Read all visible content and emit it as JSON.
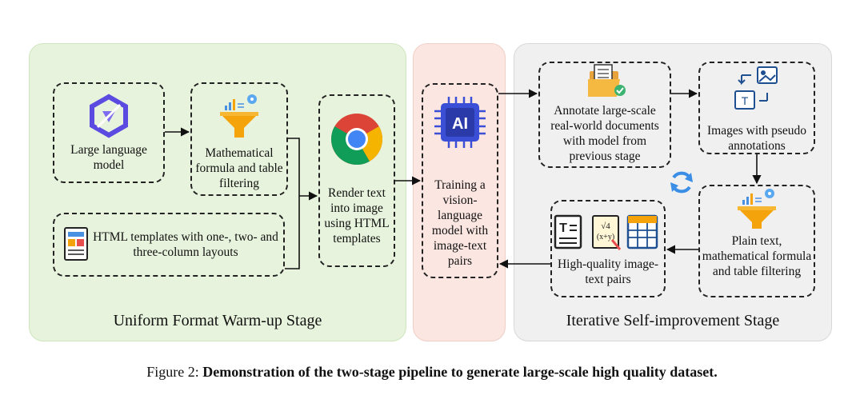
{
  "stages": {
    "warmup_title": "Uniform Format Warm-up Stage",
    "iterative_title": "Iterative Self-improvement Stage"
  },
  "nodes": {
    "llm": "Large language model",
    "math_filter": "Mathematical formula and table filtering",
    "html_templates": "HTML templates with one-, two- and three-column layouts",
    "render": "Render text into image using HTML templates",
    "train": "Training a vision-language model with image-text pairs",
    "annotate": "Annotate large-scale real-world documents with model from previous stage",
    "pseudo": "Images with pseudo annotations",
    "plain_filter": "Plain text, mathematical formula and table filtering",
    "hq_pairs": "High-quality image-text pairs"
  },
  "icons": {
    "llm": "qwen-logo-icon",
    "math_filter": "funnel-filter-icon",
    "html_templates": "layout-template-icon",
    "render": "chrome-browser-icon",
    "train": "ai-chip-icon",
    "annotate": "folder-documents-icon",
    "pseudo": "image-text-convert-icon",
    "cycle": "refresh-cycle-icon",
    "plain_filter": "funnel-filter-icon",
    "hq_text": "text-document-icon",
    "hq_formula": "formula-sheet-icon",
    "hq_table": "table-grid-icon"
  },
  "caption": {
    "prefix": "Figure 2: ",
    "bold": "Demonstration of the two-stage pipeline to generate large-scale high quality dataset."
  },
  "colors": {
    "warmup_bg": "#e7f3dc",
    "train_bg": "#fbe6e1",
    "iterative_bg": "#f0f0f0",
    "funnel": "#f5a30b",
    "chip": "#3b4fd6",
    "cycle": "#3a8ee6"
  }
}
